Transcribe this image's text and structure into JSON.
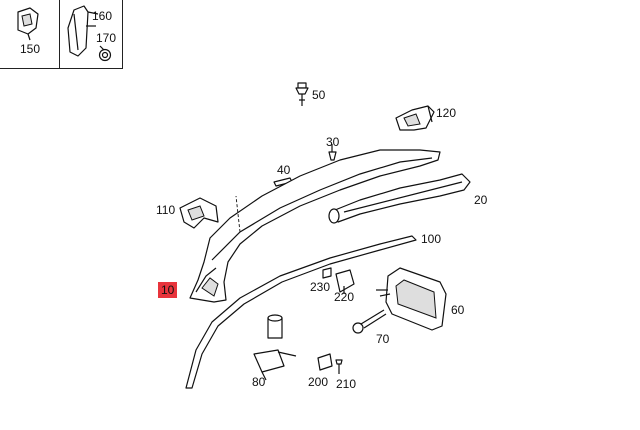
{
  "highlight_color": "#e8343c",
  "labels": {
    "p150": "150",
    "p160": "160",
    "p170": "170",
    "p50": "50",
    "p120": "120",
    "p30": "30",
    "p40": "40",
    "p20": "20",
    "p110": "110",
    "p100": "100",
    "p10": "10",
    "p230": "230",
    "p220": "220",
    "p60": "60",
    "p70": "70",
    "p80": "80",
    "p200": "200",
    "p210": "210"
  }
}
